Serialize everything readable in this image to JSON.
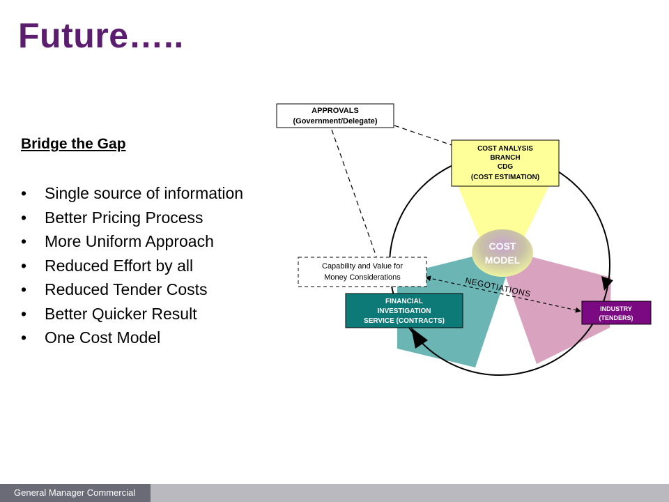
{
  "title": "Future…..",
  "subheading": "Bridge the Gap",
  "bullets": [
    "Single source of information",
    "Better Pricing Process",
    "More Uniform Approach",
    "Reduced Effort by all",
    "Reduced Tender Costs",
    "Better Quicker Result",
    "One Cost Model"
  ],
  "bullet_char": "•",
  "diagram": {
    "approvals": [
      "APPROVALS",
      "(Government/Delegate)"
    ],
    "cost_analysis": [
      "COST ANALYSIS",
      "BRANCH",
      "CDG",
      "(COST ESTIMATION)"
    ],
    "cost_model": [
      "COST",
      "MODEL"
    ],
    "capability": [
      "Capability and Value for",
      "Money Considerations"
    ],
    "negotiations": "NEGOTIATIONS",
    "financial": [
      "FINANCIAL",
      "INVESTIGATION",
      "SERVICE (CONTRACTS)"
    ],
    "industry": [
      "INDUSTRY",
      "(TENDERS)"
    ]
  },
  "colors": {
    "title": "#5b1d6e",
    "yellow_box": "#ffff99",
    "teal": "#6bb5b5",
    "teal_box": "#0e7a78",
    "pink": "#d9a3c0",
    "purple_box": "#7b0a82"
  },
  "footer": "General Manager Commercial"
}
